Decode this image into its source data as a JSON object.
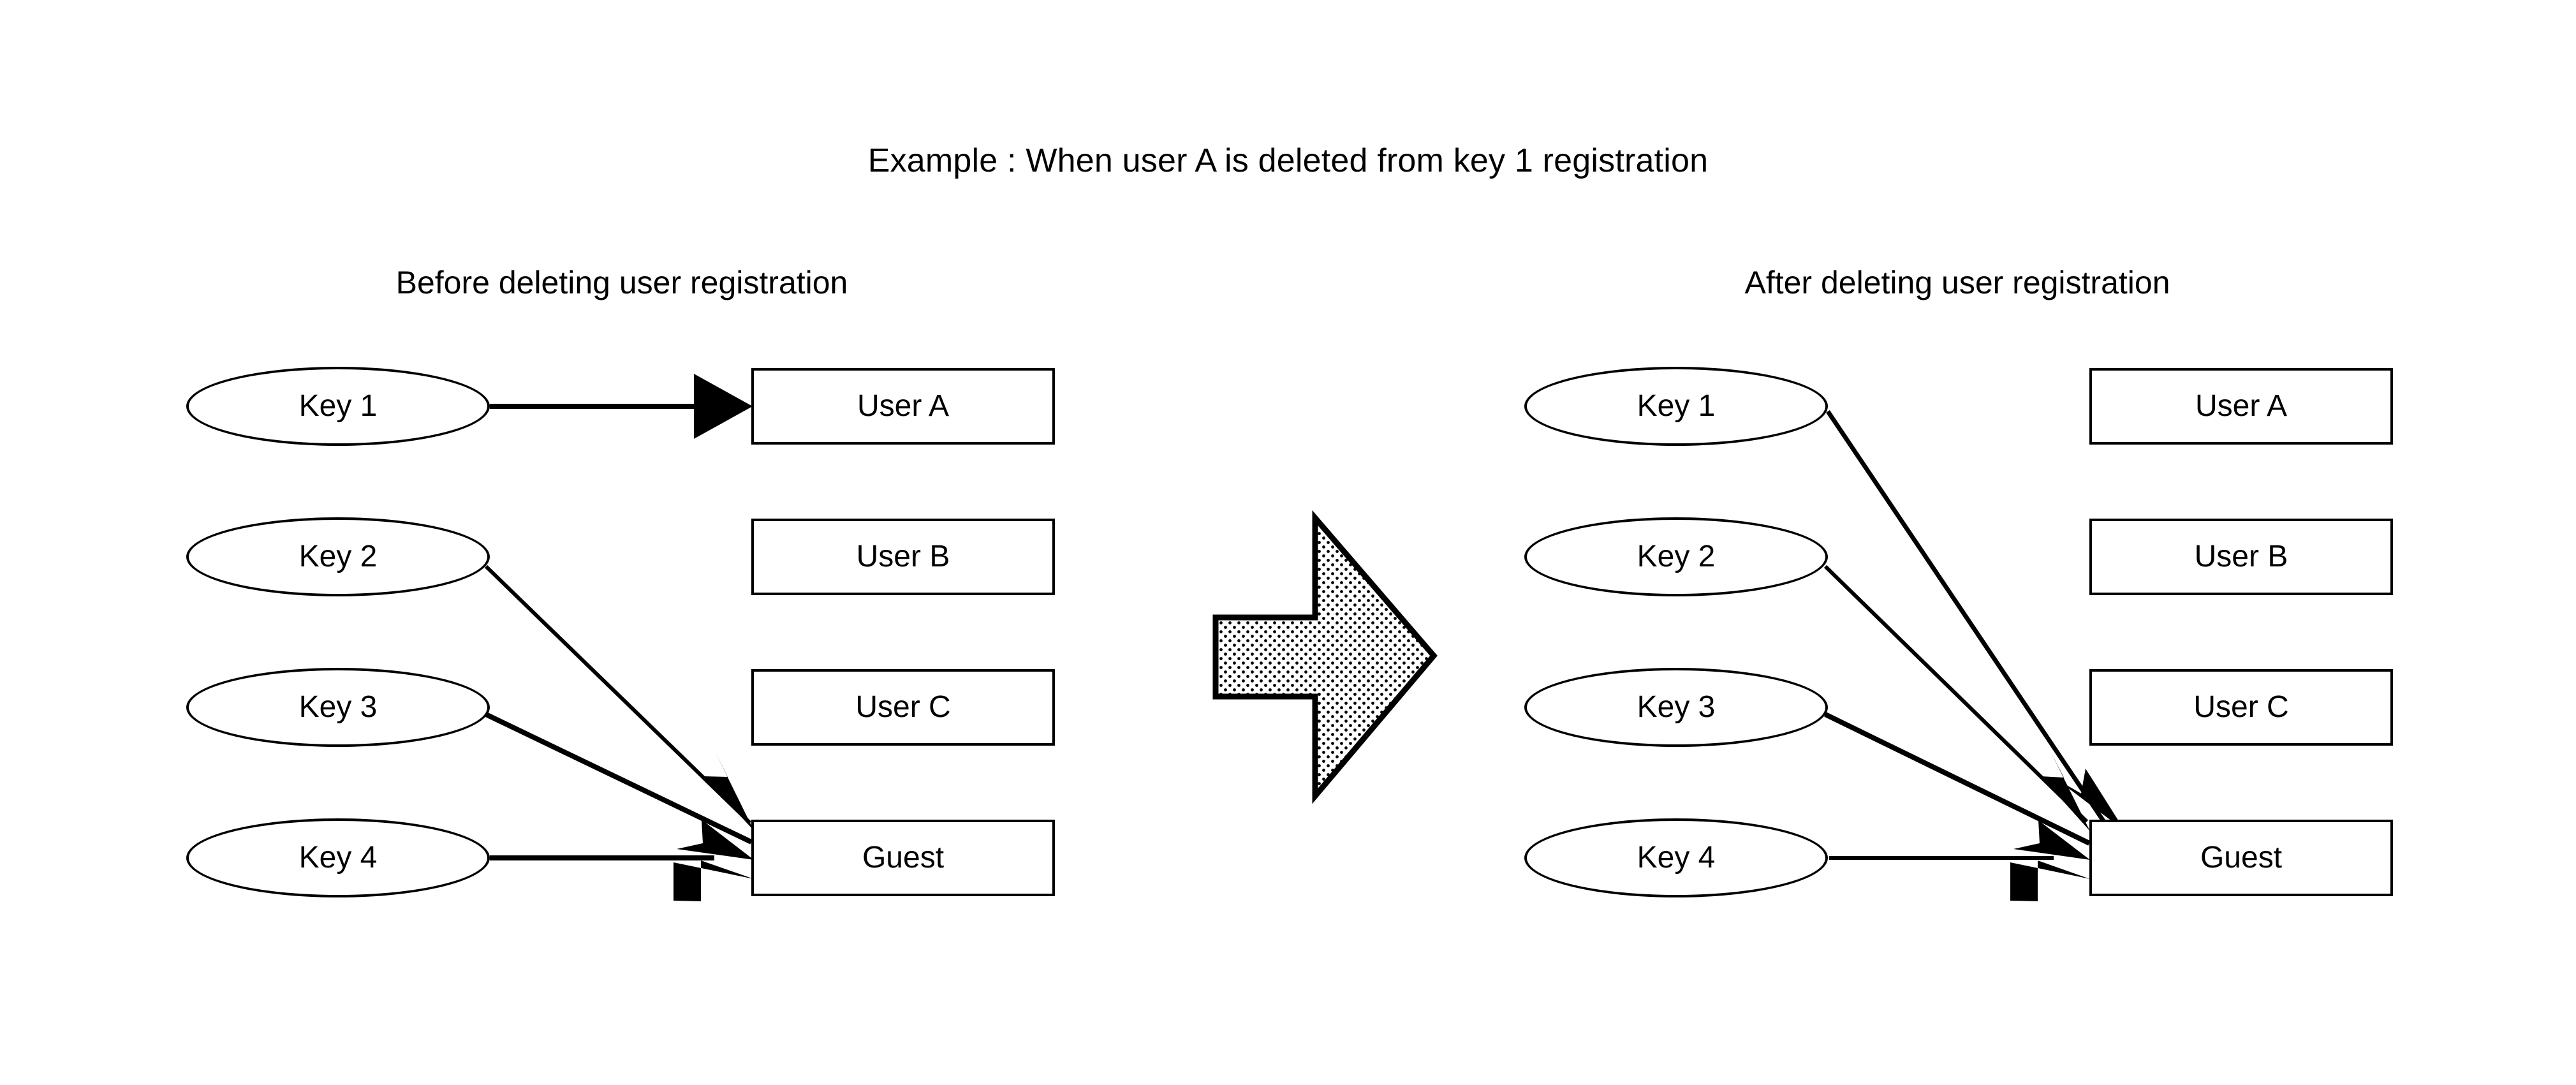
{
  "title": "Example : When user A is deleted from key 1 registration",
  "panels": {
    "before": {
      "heading": "Before deleting user registration",
      "keys": [
        {
          "label": "Key 1"
        },
        {
          "label": "Key 2"
        },
        {
          "label": "Key 3"
        },
        {
          "label": "Key 4"
        }
      ],
      "targets": [
        {
          "label": "User A"
        },
        {
          "label": "User B"
        },
        {
          "label": "User C"
        },
        {
          "label": "Guest"
        }
      ],
      "edges": [
        {
          "from": "Key 1",
          "to": "User A",
          "style": "straight"
        },
        {
          "from": "Key 2",
          "to": "Guest",
          "style": "diagonal"
        },
        {
          "from": "Key 3",
          "to": "Guest",
          "style": "diagonal"
        },
        {
          "from": "Key 4",
          "to": "Guest",
          "style": "straight"
        }
      ]
    },
    "after": {
      "heading": "After deleting user registration",
      "keys": [
        {
          "label": "Key 1"
        },
        {
          "label": "Key 2"
        },
        {
          "label": "Key 3"
        },
        {
          "label": "Key 4"
        }
      ],
      "targets": [
        {
          "label": "User A"
        },
        {
          "label": "User B"
        },
        {
          "label": "User C"
        },
        {
          "label": "Guest"
        }
      ],
      "edges": [
        {
          "from": "Key 1",
          "to": "Guest",
          "style": "diagonal"
        },
        {
          "from": "Key 2",
          "to": "Guest",
          "style": "diagonal"
        },
        {
          "from": "Key 3",
          "to": "Guest",
          "style": "diagonal"
        },
        {
          "from": "Key 4",
          "to": "Guest",
          "style": "straight"
        }
      ]
    }
  },
  "transition_arrow": {
    "direction": "right",
    "fill": "stippled"
  },
  "colors": {
    "stroke": "#000000",
    "fill": "#ffffff",
    "text": "#000000"
  }
}
